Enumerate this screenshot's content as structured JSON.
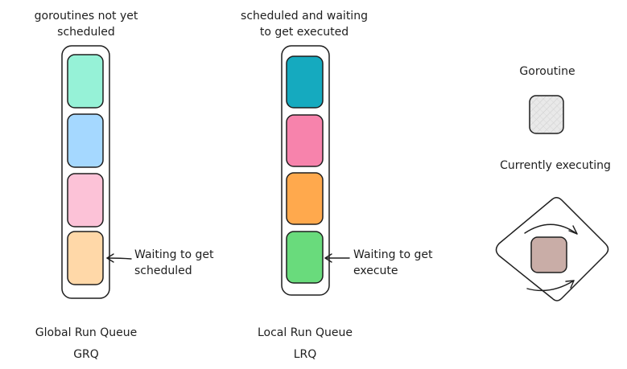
{
  "grq": {
    "top_label_line1": "goroutines not yet",
    "top_label_line2": "scheduled",
    "name": "Global Run Queue",
    "abbr": "GRQ",
    "slot_colors": [
      "#96f2d7",
      "#a5d8ff",
      "#fcc2d7",
      "#ffd8a8"
    ],
    "arrow_label_line1": "Waiting to get",
    "arrow_label_line2": "scheduled"
  },
  "lrq": {
    "top_label_line1": "scheduled and waiting",
    "top_label_line2": "to get executed",
    "name": "Local Run Queue",
    "abbr": "LRQ",
    "slot_colors": [
      "#15aabf",
      "#f783ac",
      "#ffa94d",
      "#69db7c"
    ],
    "arrow_label_line1": "Waiting to get",
    "arrow_label_line2": "execute"
  },
  "legend": {
    "goroutine_label": "Goroutine",
    "goroutine_color": "#e9e9e9",
    "executing_label": "Currently executing",
    "executing_color": "#c9ada7"
  }
}
